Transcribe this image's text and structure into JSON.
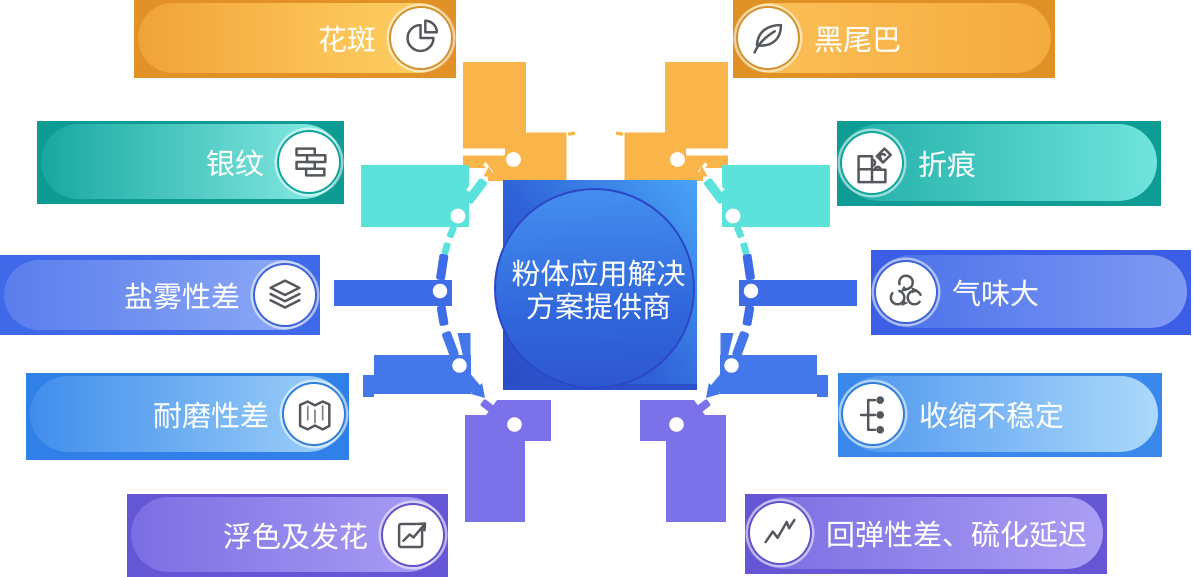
{
  "diagram_title": "粉体应用解决方案提供商",
  "center": {
    "line1": "粉体应用解决",
    "line2": "方案提供商"
  },
  "items": [
    {
      "id": "mottling",
      "label": "花斑",
      "icon": "pie-chart-icon",
      "side": "left",
      "row": 1
    },
    {
      "id": "black-tail",
      "label": "黑尾巴",
      "icon": "leaf-icon",
      "side": "right",
      "row": 1
    },
    {
      "id": "silver-streak",
      "label": "银纹",
      "icon": "bricks-icon",
      "side": "left",
      "row": 2
    },
    {
      "id": "crease",
      "label": "折痕",
      "icon": "puzzle-icon",
      "side": "right",
      "row": 2
    },
    {
      "id": "poor-salt-spray",
      "label": "盐雾性差",
      "icon": "layers-icon",
      "side": "left",
      "row": 3
    },
    {
      "id": "strong-odor",
      "label": "气味大",
      "icon": "recycle-icon",
      "side": "right",
      "row": 3
    },
    {
      "id": "poor-wear-resistance",
      "label": "耐磨性差",
      "icon": "map-icon",
      "side": "left",
      "row": 4
    },
    {
      "id": "unstable-shrinkage",
      "label": "收缩不稳定",
      "icon": "nodes-icon",
      "side": "right",
      "row": 4
    },
    {
      "id": "floating-color",
      "label": "浮色及发花",
      "icon": "trend-box-icon",
      "side": "left",
      "row": 5
    },
    {
      "id": "poor-rebound",
      "label": "回弹性差、硫化延迟",
      "icon": "line-chart-icon",
      "side": "right",
      "row": 5
    }
  ],
  "colors": {
    "orange": "#F9B44A",
    "teal": "#5BE2DB",
    "blue": "#3E6BE6",
    "skyblue": "#4377EA",
    "purple": "#7B72E9",
    "center-dark": "#2A4BC4",
    "center-light": "#48A5F5",
    "icon-stroke": "#54585C",
    "text": "#FFFFFF"
  }
}
